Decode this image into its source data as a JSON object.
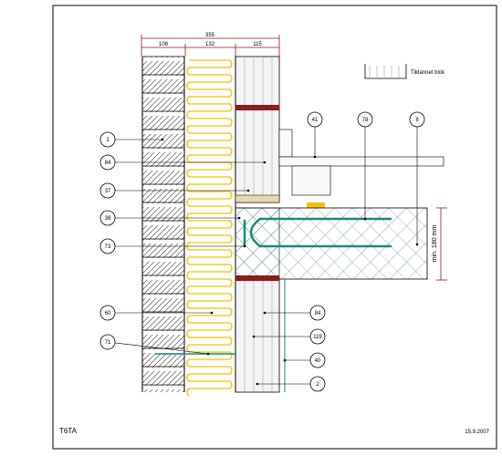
{
  "dimensions": {
    "total": "355",
    "brick": "108",
    "insulation": "132",
    "inner": "115",
    "slab": "min. 180 mm"
  },
  "legend": {
    "label": "Tildannet blok"
  },
  "callouts": [
    {
      "id": "c1",
      "label": "1"
    },
    {
      "id": "c84a",
      "label": "84"
    },
    {
      "id": "c37",
      "label": "37"
    },
    {
      "id": "c38",
      "label": "38"
    },
    {
      "id": "c73",
      "label": "73"
    },
    {
      "id": "c60",
      "label": "60"
    },
    {
      "id": "c71",
      "label": "71"
    },
    {
      "id": "c41",
      "label": "41"
    },
    {
      "id": "c78",
      "label": "78"
    },
    {
      "id": "c8",
      "label": "8"
    },
    {
      "id": "c84b",
      "label": "84"
    },
    {
      "id": "c119",
      "label": "119"
    },
    {
      "id": "c40",
      "label": "40"
    },
    {
      "id": "c2",
      "label": "2"
    }
  ],
  "footer": {
    "left": "T6TA",
    "right": "15.9.2007"
  },
  "colors": {
    "insulation": "#f2c200",
    "rebar": "#1a8a7a",
    "brick_bond": "#8a1c1c",
    "fill_beige": "#e8d8b0",
    "slab_grid": "#3a7a70"
  }
}
